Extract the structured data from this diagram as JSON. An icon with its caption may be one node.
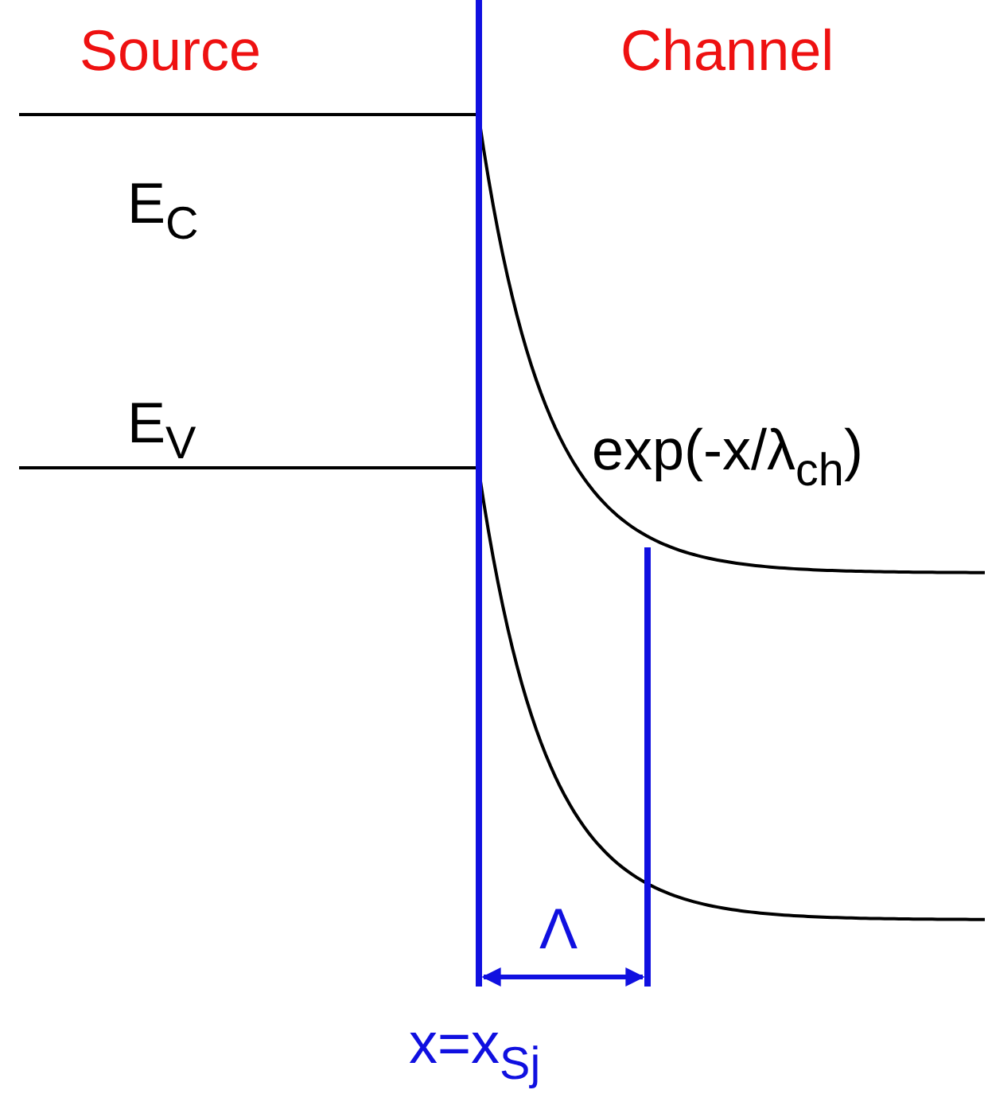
{
  "diagram": {
    "labels": [
      "Source",
      "Channel",
      "E$_{C}$",
      "E$_{V}$",
      "exp(-x/λ$_{ch}$)",
      "Λ",
      "x=x$_{Sj}$"
    ]
  }
}
